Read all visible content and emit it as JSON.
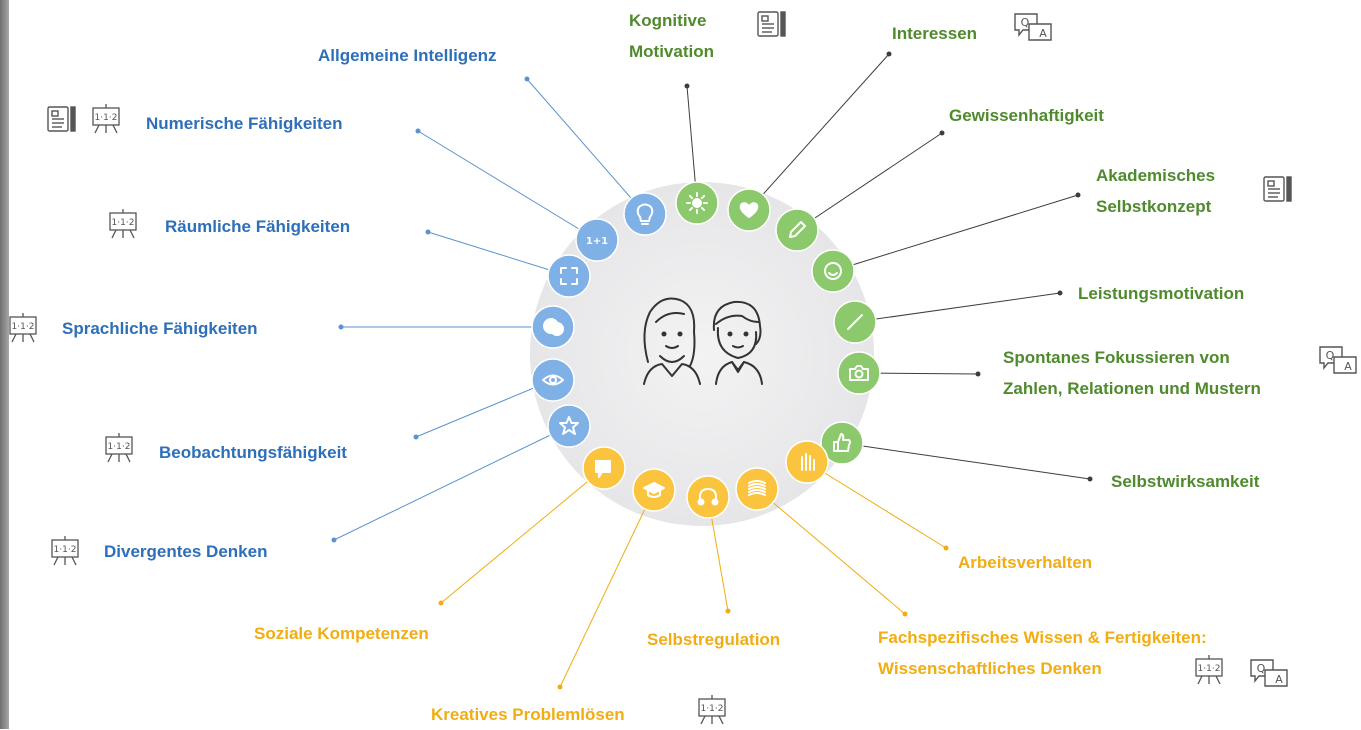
{
  "colors": {
    "blue": "#2e6fba",
    "blue_node": "#7fb1e6",
    "green": "#4f8a2d",
    "green_node": "#8cc96c",
    "yellow": "#f1ad12",
    "yellow_node": "#fbc43e",
    "ring": "#e9e9ea"
  },
  "nodes": [
    {
      "id": "allgemeine-intelligenz",
      "label": "Allgemeine Intelligenz",
      "group": "blue",
      "icon": "lightbulb-icon"
    },
    {
      "id": "numerische-faehigkeiten",
      "label": "Numerische Fähigkeiten",
      "group": "blue",
      "icon": "one-plus-one-icon"
    },
    {
      "id": "raeumliche-faehigkeiten",
      "label": "Räumliche Fähigkeiten",
      "group": "blue",
      "icon": "expand-arrows-icon"
    },
    {
      "id": "sprachliche-faehigkeiten",
      "label": "Sprachliche Fähigkeiten",
      "group": "blue",
      "icon": "speech-bubbles-icon"
    },
    {
      "id": "beobachtungsfaehigkeit",
      "label": "Beobachtungsfähigkeit",
      "group": "blue",
      "icon": "eye-icon"
    },
    {
      "id": "divergentes-denken",
      "label": "Divergentes Denken",
      "group": "blue",
      "icon": "star-icon"
    },
    {
      "id": "kognitive-motivation",
      "label": "Kognitive\nMotivation",
      "group": "green",
      "icon": "sun-icon"
    },
    {
      "id": "interessen",
      "label": "Interessen",
      "group": "green",
      "icon": "heart-icon"
    },
    {
      "id": "gewissenhaftigkeit",
      "label": "Gewissenhaftigkeit",
      "group": "green",
      "icon": "pencil-icon"
    },
    {
      "id": "akademisches-selbstkonzept",
      "label": "Akademisches\nSelbstkonzept",
      "group": "green",
      "icon": "smiley-icon"
    },
    {
      "id": "leistungsmotivation",
      "label": "Leistungsmotivation",
      "group": "green",
      "icon": "slash-icon"
    },
    {
      "id": "spontanes-fokussieren",
      "label": "Spontanes Fokussieren von\nZahlen, Relationen und Mustern",
      "group": "green",
      "icon": "camera-icon"
    },
    {
      "id": "selbstwirksamkeit",
      "label": "Selbstwirksamkeit",
      "group": "green",
      "icon": "thumbs-up-icon"
    },
    {
      "id": "arbeitsverhalten",
      "label": "Arbeitsverhalten",
      "group": "yellow",
      "icon": "hand-icon"
    },
    {
      "id": "fachspezifisches-wissen",
      "label": "Fachspezifisches Wissen & Fertigkeiten:\nWissenschaftliches Denken",
      "group": "yellow",
      "icon": "pattern-icon"
    },
    {
      "id": "selbstregulation",
      "label": "Selbstregulation",
      "group": "yellow",
      "icon": "headphones-icon"
    },
    {
      "id": "kreatives-problemloesen",
      "label": "Kreatives Problemlösen",
      "group": "yellow",
      "icon": "graduation-cap-icon"
    },
    {
      "id": "soziale-kompetenzen",
      "label": "Soziale Kompetenzen",
      "group": "yellow",
      "icon": "megaphone-icon"
    }
  ],
  "tool_icons": {
    "document": "document-pencil-icon",
    "easel": "easel-number-icon",
    "chat": "chat-qa-icon"
  }
}
